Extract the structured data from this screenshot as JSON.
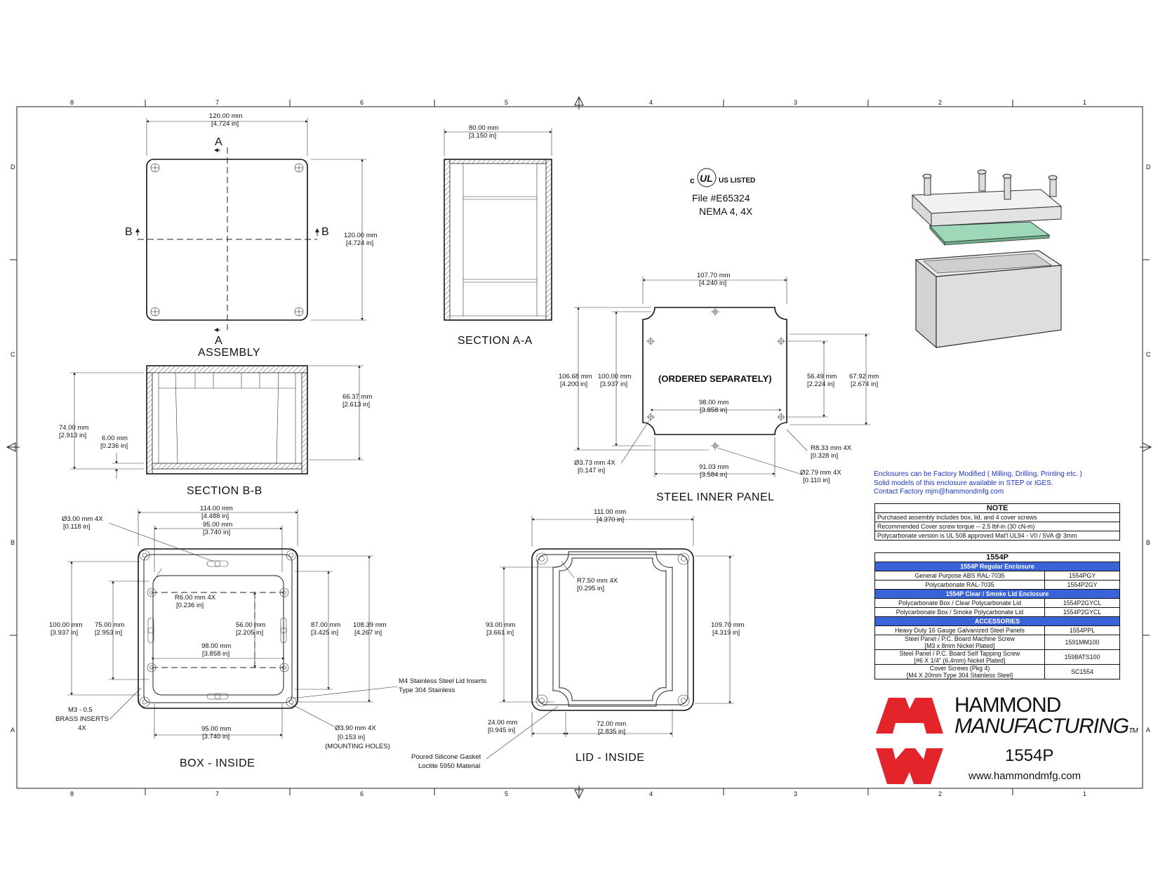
{
  "grid": {
    "columns": [
      "8",
      "7",
      "6",
      "5",
      "4",
      "3",
      "2",
      "1"
    ],
    "rows": [
      "D",
      "C",
      "B",
      "A"
    ]
  },
  "views": {
    "assembly": {
      "title": "ASSEMBLY",
      "width": "120.00 mm",
      "width_in": "[4.724 in]",
      "height": "120.00 mm",
      "height_in": "[4.724 in]",
      "section_a": "A",
      "section_b": "B"
    },
    "section_aa": {
      "title": "SECTION  A-A",
      "width": "80.00 mm",
      "width_in": "[3.150 in]"
    },
    "section_bb": {
      "title": "SECTION  B-B",
      "inner_h": "66.37 mm",
      "inner_h_in": "[2.613 in]",
      "outer_h": "74.00 mm",
      "outer_h_in": "[2.913 in]",
      "floor": "6.00 mm",
      "floor_in": "[0.236 in]"
    },
    "panel": {
      "title": "STEEL INNER PANEL",
      "center_text": "(ORDERED SEPARATELY)",
      "width": "107.70 mm",
      "width_in": "[4.240 in]",
      "h1": "106.68 mm",
      "h1_in": "[4.200 in]",
      "h2": "100.00 mm",
      "h2_in": "[3.937 in]",
      "hole_span": "98.00 mm",
      "hole_span_in": "[3.858 in]",
      "v1": "56.49 mm",
      "v1_in": "[2.224 in]",
      "v2": "67.92 mm",
      "v2_in": "[2.674 in]",
      "r": "R8.33 mm 4X",
      "r_in": "[0.328 in]",
      "hole1": "Ø3.73 mm 4X",
      "hole1_in": "[0.147 in]",
      "bottom": "91.03 mm",
      "bottom_in": "[3.584 in]",
      "hole2": "Ø2.79 mm 4X",
      "hole2_in": "[0.110 in]"
    },
    "box_inside": {
      "title": "BOX - INSIDE",
      "w_outer": "114.00 mm",
      "w_outer_in": "[4.488 in]",
      "w_inner": "95.00 mm",
      "w_inner_in": "[3.740 in]",
      "hole": "Ø3.00 mm 4X",
      "hole_in": "[0.118 in]",
      "r": "R6.00 mm 4X",
      "r_in": "[0.236 in]",
      "h_100": "100.00 mm",
      "h_100_in": "[3.937 in]",
      "h_75": "75.00 mm",
      "h_75_in": "[2.953 in]",
      "h_56": "56.00 mm",
      "h_56_in": "[2.205 in]",
      "w_98": "98.00 mm",
      "w_98_in": "[3.858 in]",
      "h_87": "87.00 mm",
      "h_87_in": "[3.425 in]",
      "h_108": "108.39 mm",
      "h_108_in": "[4.267 in]",
      "insert_1": "M3 - 0.5",
      "insert_2": "BRASS INSERTS",
      "insert_3": "4X",
      "bottom_w": "95.00 mm",
      "bottom_w_in": "[3.740 in]",
      "mount": "Ø3.90 mm 4X",
      "mount_in": "[0.153 in]",
      "mount_note": "(MOUNTING HOLES)",
      "lid_insert_1": "M4 Stainless Steel Lid Inserts",
      "lid_insert_2": "Type 304 Stainless"
    },
    "lid_inside": {
      "title": "LID - INSIDE",
      "w": "111.00 mm",
      "w_in": "[4.370 in]",
      "r": "R7.50 mm 4X",
      "r_in": "[0.295 in]",
      "h_93": "93.00 mm",
      "h_93_in": "[3.661 in]",
      "h_109": "109.70 mm",
      "h_109_in": "[4.319 in]",
      "w_24": "24.00 mm",
      "w_24_in": "[0.945 in]",
      "w_72": "72.00 mm",
      "w_72_in": "[2.835 in]",
      "gasket_1": "Poured Silicone Gasket",
      "gasket_2": "Loctite 5950 Material"
    }
  },
  "ul": {
    "mark_c": "c",
    "mark_ul": "UL",
    "mark_us": "US LISTED",
    "file": "File #E65324",
    "nema": "NEMA 4, 4X"
  },
  "notes_blue": [
    "Enclosures can be Factory Modified ( Milling, Drilling, Printing etc. )",
    "Solid models of this enclosure available in STEP or IGES.",
    "Contact Factory       mjm@hammondmfg.com"
  ],
  "note_table": {
    "header": "NOTE",
    "rows": [
      "Purchased assembly includes box, lid, and 4 cover screws",
      "Recommended Cover screw torque -- 2.5 lbf-in (30 cN-m)",
      "Polycarbonate version is UL 508 approved Mat'l UL94 - V0 / 5VA  @ 3mm"
    ]
  },
  "parts_table": {
    "header": "1554P",
    "sec1": "1554P Regular Enclosure",
    "r1": {
      "desc": "General Purpose ABS RAL-7035",
      "pn": "1554PGY"
    },
    "r2": {
      "desc": "Polycarbonate RAL-7035",
      "pn": "1554P2GY"
    },
    "sec2": "1554P Clear / Smoke Lid Enclosure",
    "r3": {
      "desc": "Polycarbonate Box / Clear Polycarbonate Lid",
      "pn": "1554P2GYCL"
    },
    "r4": {
      "desc": "Polycarbonate Box / Smoke Polycarbonate Lid",
      "pn": "1554P2GYCL"
    },
    "sec3": "ACCESSORIES",
    "r5": {
      "desc": "Heavy Duty 16 Gauge Galvanized Steel Panels",
      "pn": "1554PPL"
    },
    "r6": {
      "desc1": "Steel Panel / P.C. Board Machine Screw",
      "desc2": "[M3 x 8mm Nickel Plated]",
      "pn": "1591MM100"
    },
    "r7": {
      "desc1": "Steel Panel / P.C. Board Self Tapping Screw",
      "desc2": "[#6 X 1/4\" (6.4mm) Nickel Plated]",
      "pn": "1598ATS100"
    },
    "r8": {
      "desc1": "Cover Screws (Pkg 4)",
      "desc2": "[M4 X 20mm Type 304 Stainless Steel]",
      "pn": "SC1554"
    }
  },
  "logo": {
    "line1": "HAMMOND",
    "line2": "MANUFACTURING",
    "tm": "TM",
    "model": "1554P",
    "web": "www.hammondmfg.com",
    "red": "#e3242b"
  }
}
